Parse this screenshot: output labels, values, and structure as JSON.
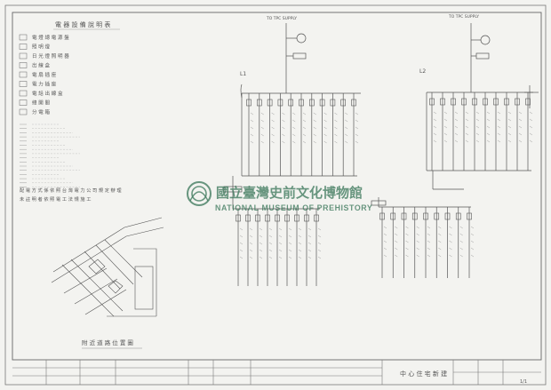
{
  "legend": {
    "title": "電 器 設 備 說 明 表",
    "items": [
      "電 燈 總 電 源 盤",
      "照 明 燈",
      "日 光 燈 照 明 器",
      "出 線 盒",
      "電 扇 插 座",
      "電 力 插 座",
      "電 話 出 線 盒",
      "總 開 關",
      "分 電 箱"
    ],
    "notes": [
      "配 電 方 式 係 依 照 台 灣 電 力 公 司 規 定 辦 理",
      "未 註 明 者 依 照 電 工 法 規 施 工"
    ]
  },
  "riser_left": {
    "label": "L1",
    "source": "TO TPC SUPPLY"
  },
  "riser_right": {
    "label": "L2",
    "source": "TO TPC SUPPLY"
  },
  "location_map": {
    "caption": "附 近 道 路 位 置 圖"
  },
  "watermark": {
    "chinese": "國立臺灣史前文化博物館",
    "english": "NATIONAL MUSEUM OF PREHISTORY"
  },
  "title_block": {
    "drawing_title": "中 心 住 宅 新 建",
    "sheet_no": "1/1"
  }
}
